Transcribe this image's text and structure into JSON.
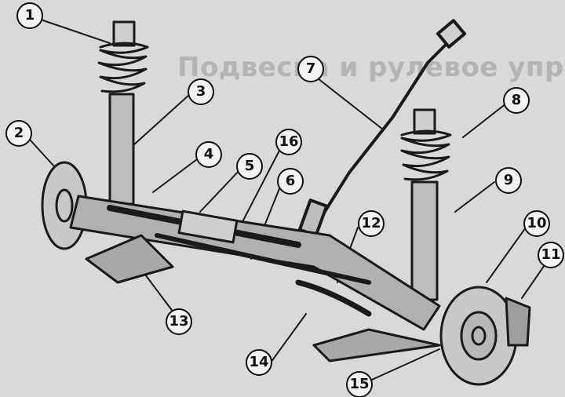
{
  "figure": {
    "background_heading": "Подвеска и рулевое управление",
    "callouts": [
      {
        "number": "1"
      },
      {
        "number": "2"
      },
      {
        "number": "3"
      },
      {
        "number": "4"
      },
      {
        "number": "5"
      },
      {
        "number": "6"
      },
      {
        "number": "7"
      },
      {
        "number": "8"
      },
      {
        "number": "9"
      },
      {
        "number": "10"
      },
      {
        "number": "11"
      },
      {
        "number": "12"
      },
      {
        "number": "13"
      },
      {
        "number": "14"
      },
      {
        "number": "15"
      },
      {
        "number": "16"
      }
    ]
  },
  "colors": {
    "background": "#d9d9d9",
    "line_art": "#1a1a1a",
    "callout_fill": "#f2f2f2"
  }
}
